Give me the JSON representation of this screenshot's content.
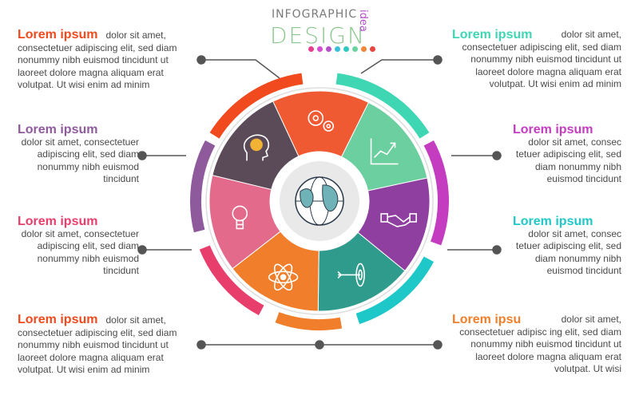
{
  "header": {
    "top": "INFOGRAPHIC",
    "main": "DESIGN",
    "side": "idea",
    "dot_colors": [
      "#e83e8c",
      "#d94bd0",
      "#b44fc8",
      "#3bbfd9",
      "#2fc9c0",
      "#6bd3a0",
      "#f0863a",
      "#e8453c"
    ]
  },
  "items": [
    {
      "title": "Lorem ipsum",
      "color": "#f04a1e",
      "text": "dolor sit amet, consectetuer adipiscing elit, sed diam nonummy nibh euismod tincidunt ut laoreet dolore magna aliquam erat volutpat. Ut wisi enim ad minim"
    },
    {
      "title": "Lorem ipsum",
      "color": "#8e5a9c",
      "text": "dolor sit amet, consectetuer adipiscing elit, sed diam nonummy nibh euismod tincidunt"
    },
    {
      "title": "Lorem ipsum",
      "color": "#e83e6c",
      "text": "dolor sit amet, consectetuer adipiscing elit, sed diam nonummy nibh euismod tincidunt"
    },
    {
      "title": "Lorem ipsum",
      "color": "#f04a1e",
      "text": "dolor sit amet, consectetuer adipiscing elit, sed diam nonummy nibh euismod tincidunt ut laoreet dolore magna aliquam erat volutpat. Ut wisi enim ad minim"
    },
    {
      "title": "Lorem ipsum",
      "color": "#3fd6b4",
      "text": "dolor sit amet, consectetuer adipiscing elit, sed diam nonummy nibh euismod tincidunt ut laoreet dolore magna aliquam erat volutpat. Ut wisi enim ad minim"
    },
    {
      "title": "Lorem ipsum",
      "color": "#c43cc0",
      "text": "dolor sit amet, consec tetuer adipiscing elit, sed diam nonummy nibh euismod tincidunt"
    },
    {
      "title": "Lorem ipsum",
      "color": "#1ec8c8",
      "text": "dolor sit amet, consec tetuer adipiscing elit, sed diam nonummy nibh euismod tincidunt"
    },
    {
      "title": "Lorem ipsu",
      "color": "#f07e2a",
      "text": "dolor sit amet, consectetuer adipisc ing elit, sed diam nonummy nibh euismod tincidunt ut laoreet dolore magna aliquam erat volutpat. Ut wisi"
    }
  ],
  "wheel": {
    "segments": [
      {
        "name": "gears-icon",
        "color": "#f05a33"
      },
      {
        "name": "growth-chart-icon",
        "color": "#6ccf9f"
      },
      {
        "name": "handshake-icon",
        "color": "#8e3fa0"
      },
      {
        "name": "target-arrow-icon",
        "color": "#2f9b8c"
      },
      {
        "name": "atom-team-icon",
        "color": "#f07e2a"
      },
      {
        "name": "lightbulb-icon",
        "color": "#e46a8c"
      },
      {
        "name": "brain-head-icon",
        "color": "#5b4b59"
      }
    ],
    "center_icon": "globe-icon"
  }
}
